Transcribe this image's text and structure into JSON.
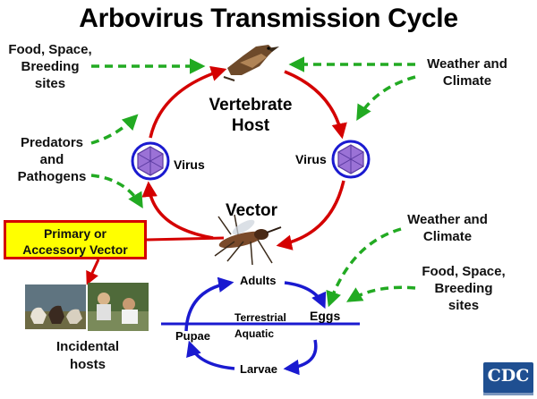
{
  "title": "Arbovirus Transmission Cycle",
  "labels": {
    "food_left": [
      "Food, Space,",
      "Breeding",
      "sites"
    ],
    "weather_top": [
      "Weather and",
      "Climate"
    ],
    "vertebrate_host": [
      "Vertebrate",
      "Host"
    ],
    "predators": [
      "Predators",
      "and",
      "Pathogens"
    ],
    "virus_left": "Virus",
    "virus_right": "Virus",
    "vector": "Vector",
    "weather_mid": [
      "Weather and",
      "Climate"
    ],
    "primary_vector": [
      "Primary or",
      "Accessory Vector"
    ],
    "food_right": [
      "Food, Space,",
      "Breeding",
      "sites"
    ],
    "adults": "Adults",
    "terrestrial": "Terrestrial",
    "eggs": "Eggs",
    "pupae": "Pupae",
    "aquatic": "Aquatic",
    "larvae": "Larvae",
    "incidental": [
      "Incidental",
      "hosts"
    ]
  },
  "logo": {
    "text": "CDC"
  },
  "colors": {
    "cycle_arrow": "#d40000",
    "influence_arrow": "#22aa22",
    "life_cycle_arrow": "#1a1ad0",
    "box_fill": "#ffff00",
    "box_border": "#d40000",
    "virus_ring": "#1a1ad0",
    "virus_fill": "#9b72d6",
    "logo_bg": "#1f4f91"
  },
  "icons": {
    "host": "bird-icon",
    "vector": "mosquito-icon",
    "virus": "virus-icon"
  }
}
